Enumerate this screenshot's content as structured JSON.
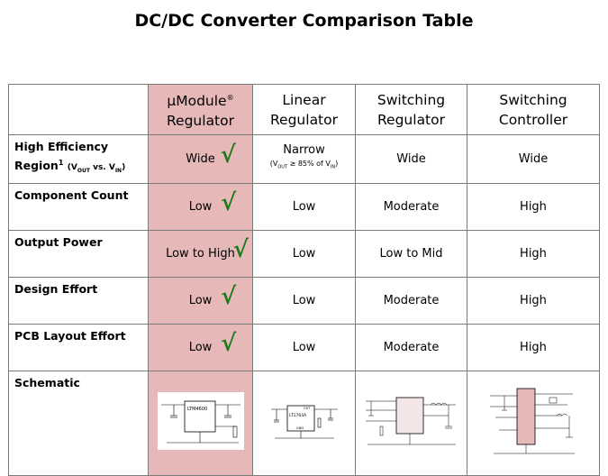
{
  "title": "DC/DC Converter Comparison Table",
  "headers": {
    "col1_line1": "µModule",
    "col1_mark": "®",
    "col1_line2": "Regulator",
    "col2_line1": "Linear",
    "col2_line2": "Regulator",
    "col3_line1": "Switching",
    "col3_line2": "Regulator",
    "col4_line1": "Switching",
    "col4_line2": "Controller"
  },
  "rows": {
    "efficiency": {
      "label_line1": "High Efficiency",
      "label_line2": "Region",
      "label_sup": "1",
      "label_small": "(V",
      "label_small_sub1": "OUT",
      "label_small_mid": " vs. V",
      "label_small_sub2": "IN",
      "label_small_end": ")",
      "umodule": "Wide",
      "linear": "Narrow",
      "linear_sub_a": "(V",
      "linear_sub_b": "OUT",
      "linear_sub_c": " ≥ 85% of V",
      "linear_sub_d": "IN",
      "linear_sub_e": ")",
      "switching_reg": "Wide",
      "switching_ctrl": "Wide"
    },
    "component": {
      "label": "Component Count",
      "umodule": "Low",
      "linear": "Low",
      "switching_reg": "Moderate",
      "switching_ctrl": "High"
    },
    "power": {
      "label": "Output Power",
      "umodule": "Low to High",
      "linear": "Low",
      "switching_reg": "Low to Mid",
      "switching_ctrl": "High"
    },
    "design": {
      "label": "Design Effort",
      "umodule": "Low",
      "linear": "Low",
      "switching_reg": "Moderate",
      "switching_ctrl": "High"
    },
    "pcb": {
      "label": "PCB Layout Effort",
      "umodule": "Low",
      "linear": "Low",
      "switching_reg": "Moderate",
      "switching_ctrl": "High"
    },
    "schematic": {
      "label": "Schematic",
      "umodule_chip": "LTM4600",
      "linear_chip": "LT1764A",
      "linear_pin_out": "OUT",
      "linear_pin_gnd": "GND"
    }
  },
  "check_mark": "√",
  "colors": {
    "highlight": "#e6b8b8",
    "check": "#1a7a1a",
    "border": "#7a7a7a"
  }
}
